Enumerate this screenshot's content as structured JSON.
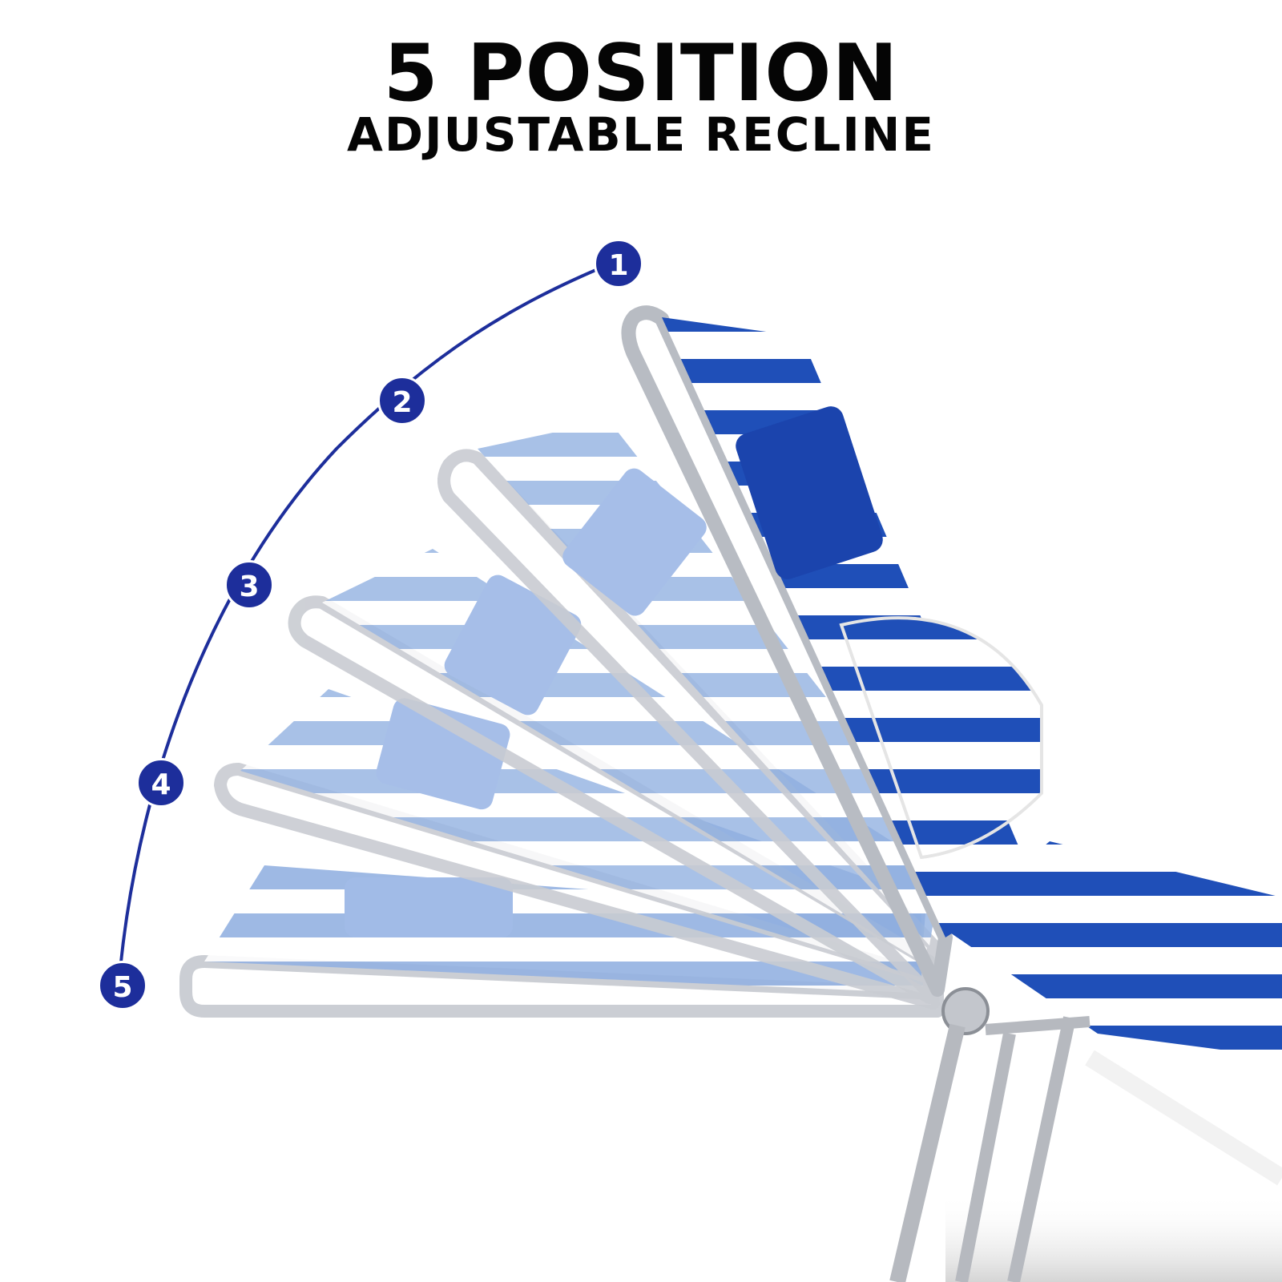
{
  "header": {
    "title": "5 POSITION",
    "subtitle": "ADJUSTABLE RECLINE"
  },
  "positions": [
    {
      "label": "1"
    },
    {
      "label": "2"
    },
    {
      "label": "3"
    },
    {
      "label": "4"
    },
    {
      "label": "5"
    }
  ],
  "colors": {
    "badge": "#1d2e9b",
    "arc": "#1d2e9b",
    "stripe_active": "#1f4fb8",
    "stripe_ghost": "#8eaee0",
    "frame": "#c9ccd2"
  }
}
